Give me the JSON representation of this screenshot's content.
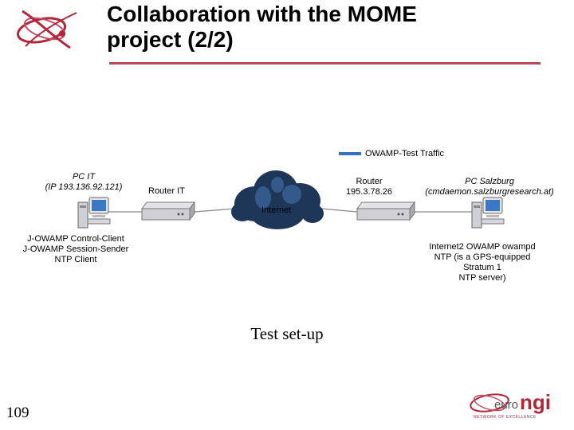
{
  "slide": {
    "title_line1": "Collaboration with the MOME",
    "title_line2": "project (2/2)",
    "page_number": "109",
    "caption": "Test set-up"
  },
  "legend": {
    "label": "OWAMP-Test Traffic",
    "color": "#3a6fc0"
  },
  "nodes": {
    "pc_it": {
      "name": "PC IT",
      "ip": "(IP 193.136.92.121)"
    },
    "router_it": {
      "label": "Router IT"
    },
    "internet": {
      "label": "Internet"
    },
    "router_sbg": {
      "line1": "Router",
      "line2": "195.3.78.26"
    },
    "pc_sbg": {
      "name": "PC Salzburg",
      "host": "(cmdaemon.salzburgresearch.at)"
    }
  },
  "roles": {
    "pc_it": [
      "J-OWAMP Control-Client",
      "J-OWAMP Session-Sender",
      "NTP Client"
    ],
    "pc_sbg": [
      "Internet2 OWAMP owampd",
      "NTP (is a GPS-equipped",
      "Stratum 1",
      "NTP server)"
    ]
  },
  "logo": {
    "text_euro": "euro",
    "text_ngi": "ngi",
    "tagline": "NETWORK OF EXCELLENCE"
  }
}
